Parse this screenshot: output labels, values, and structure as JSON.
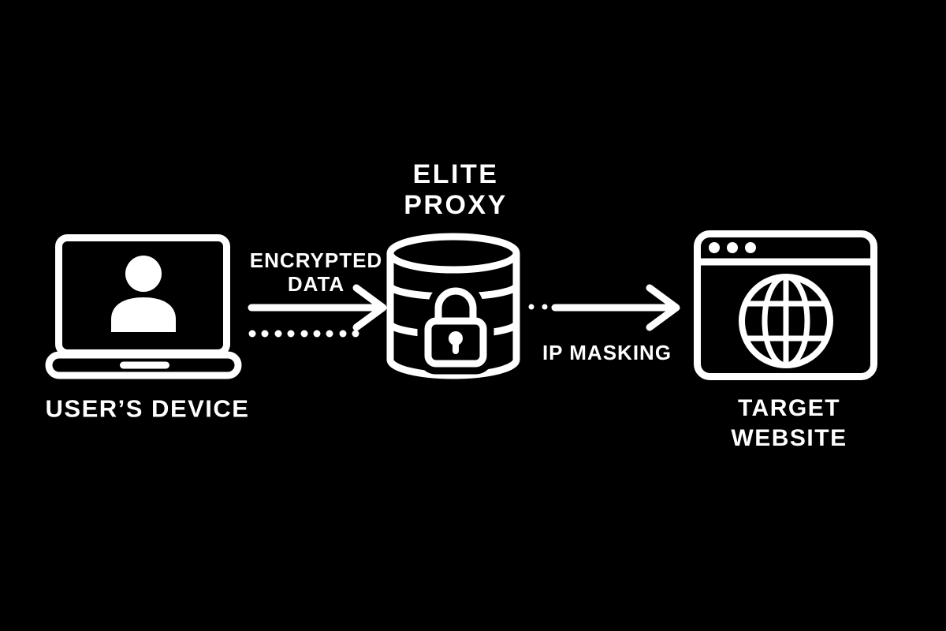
{
  "diagram": {
    "title": "Elite proxy data flow",
    "colors": {
      "background": "#000000",
      "foreground": "#ffffff"
    },
    "nodes": {
      "user_device": {
        "label": "USER’S DEVICE",
        "icon": "laptop-user-icon"
      },
      "elite_proxy": {
        "label": "ELITE\nPROXY",
        "icon": "database-lock-icon"
      },
      "target_website": {
        "label": "TARGET\nWEBSITE",
        "icon": "browser-globe-icon"
      }
    },
    "edges": {
      "encrypted_data": {
        "label": "ENCRYPTED\nDATA",
        "from": "user_device",
        "to": "elite_proxy",
        "style": "solid-arrow-above-dotted-line",
        "dot_count": 9
      },
      "ip_masking": {
        "label": "IP MASKING",
        "from": "elite_proxy",
        "to": "target_website",
        "style": "two-dots-then-solid-arrow",
        "dot_count": 2
      }
    }
  }
}
